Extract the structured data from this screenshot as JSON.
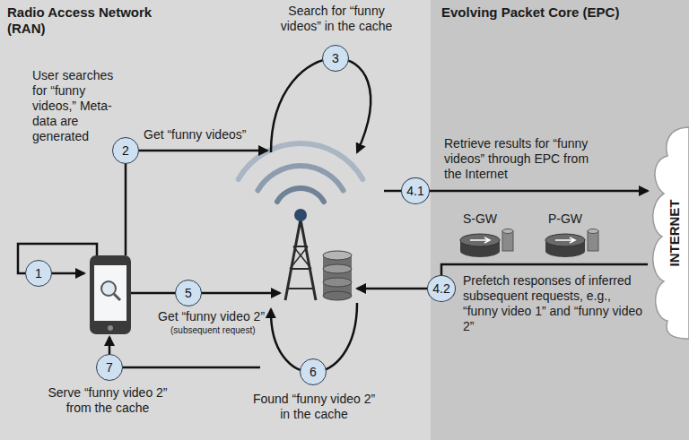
{
  "diagram": {
    "nodes": [
      {
        "text": [
          "Radio Access Network (RAN)"
        ]
      },
      {
        "text": [
          "1"
        ],
        "in": 0
      },
      {
        "text": [
          "2"
        ],
        "in": 0
      },
      {
        "text": [
          "3"
        ],
        "in": 0
      },
      {
        "text": [
          "4.1"
        ],
        "in": 0
      },
      {
        "text": [
          "5"
        ],
        "in": 0
      },
      {
        "text": [
          "6"
        ],
        "in": 0
      },
      {
        "text": [
          "7"
        ],
        "in": 0
      },
      {
        "text": [
          "Evolving Packet Core (EPC)"
        ]
      },
      {
        "text": [
          "4.2"
        ],
        "in": 8
      },
      {
        "text": [
          "S-GW"
        ],
        "in": 8
      },
      {
        "text": [
          "P-GW"
        ],
        "in": 8
      },
      {
        "text": [
          "INTERNET"
        ]
      }
    ],
    "edges": [
      {
        "from": 4,
        "to": 12,
        "arrow": "to"
      },
      {
        "from": 12,
        "to": 9,
        "arrow": "none"
      }
    ],
    "labels": [
      "User searches for “funny videos,” Meta-data are generated",
      "Get “funny videos”",
      "Search for “funny videos” in the cache",
      "Retrieve results for “funny videos” through EPC from the Internet",
      "Prefetch responses of inferred subsequent requests, e.g., “funny video 1” and “funny video 2”",
      "Get “funny video 2”",
      "(subsequent request)",
      "Found “funny video 2” in the cache",
      "Serve “funny video 2” from the cache"
    ]
  }
}
